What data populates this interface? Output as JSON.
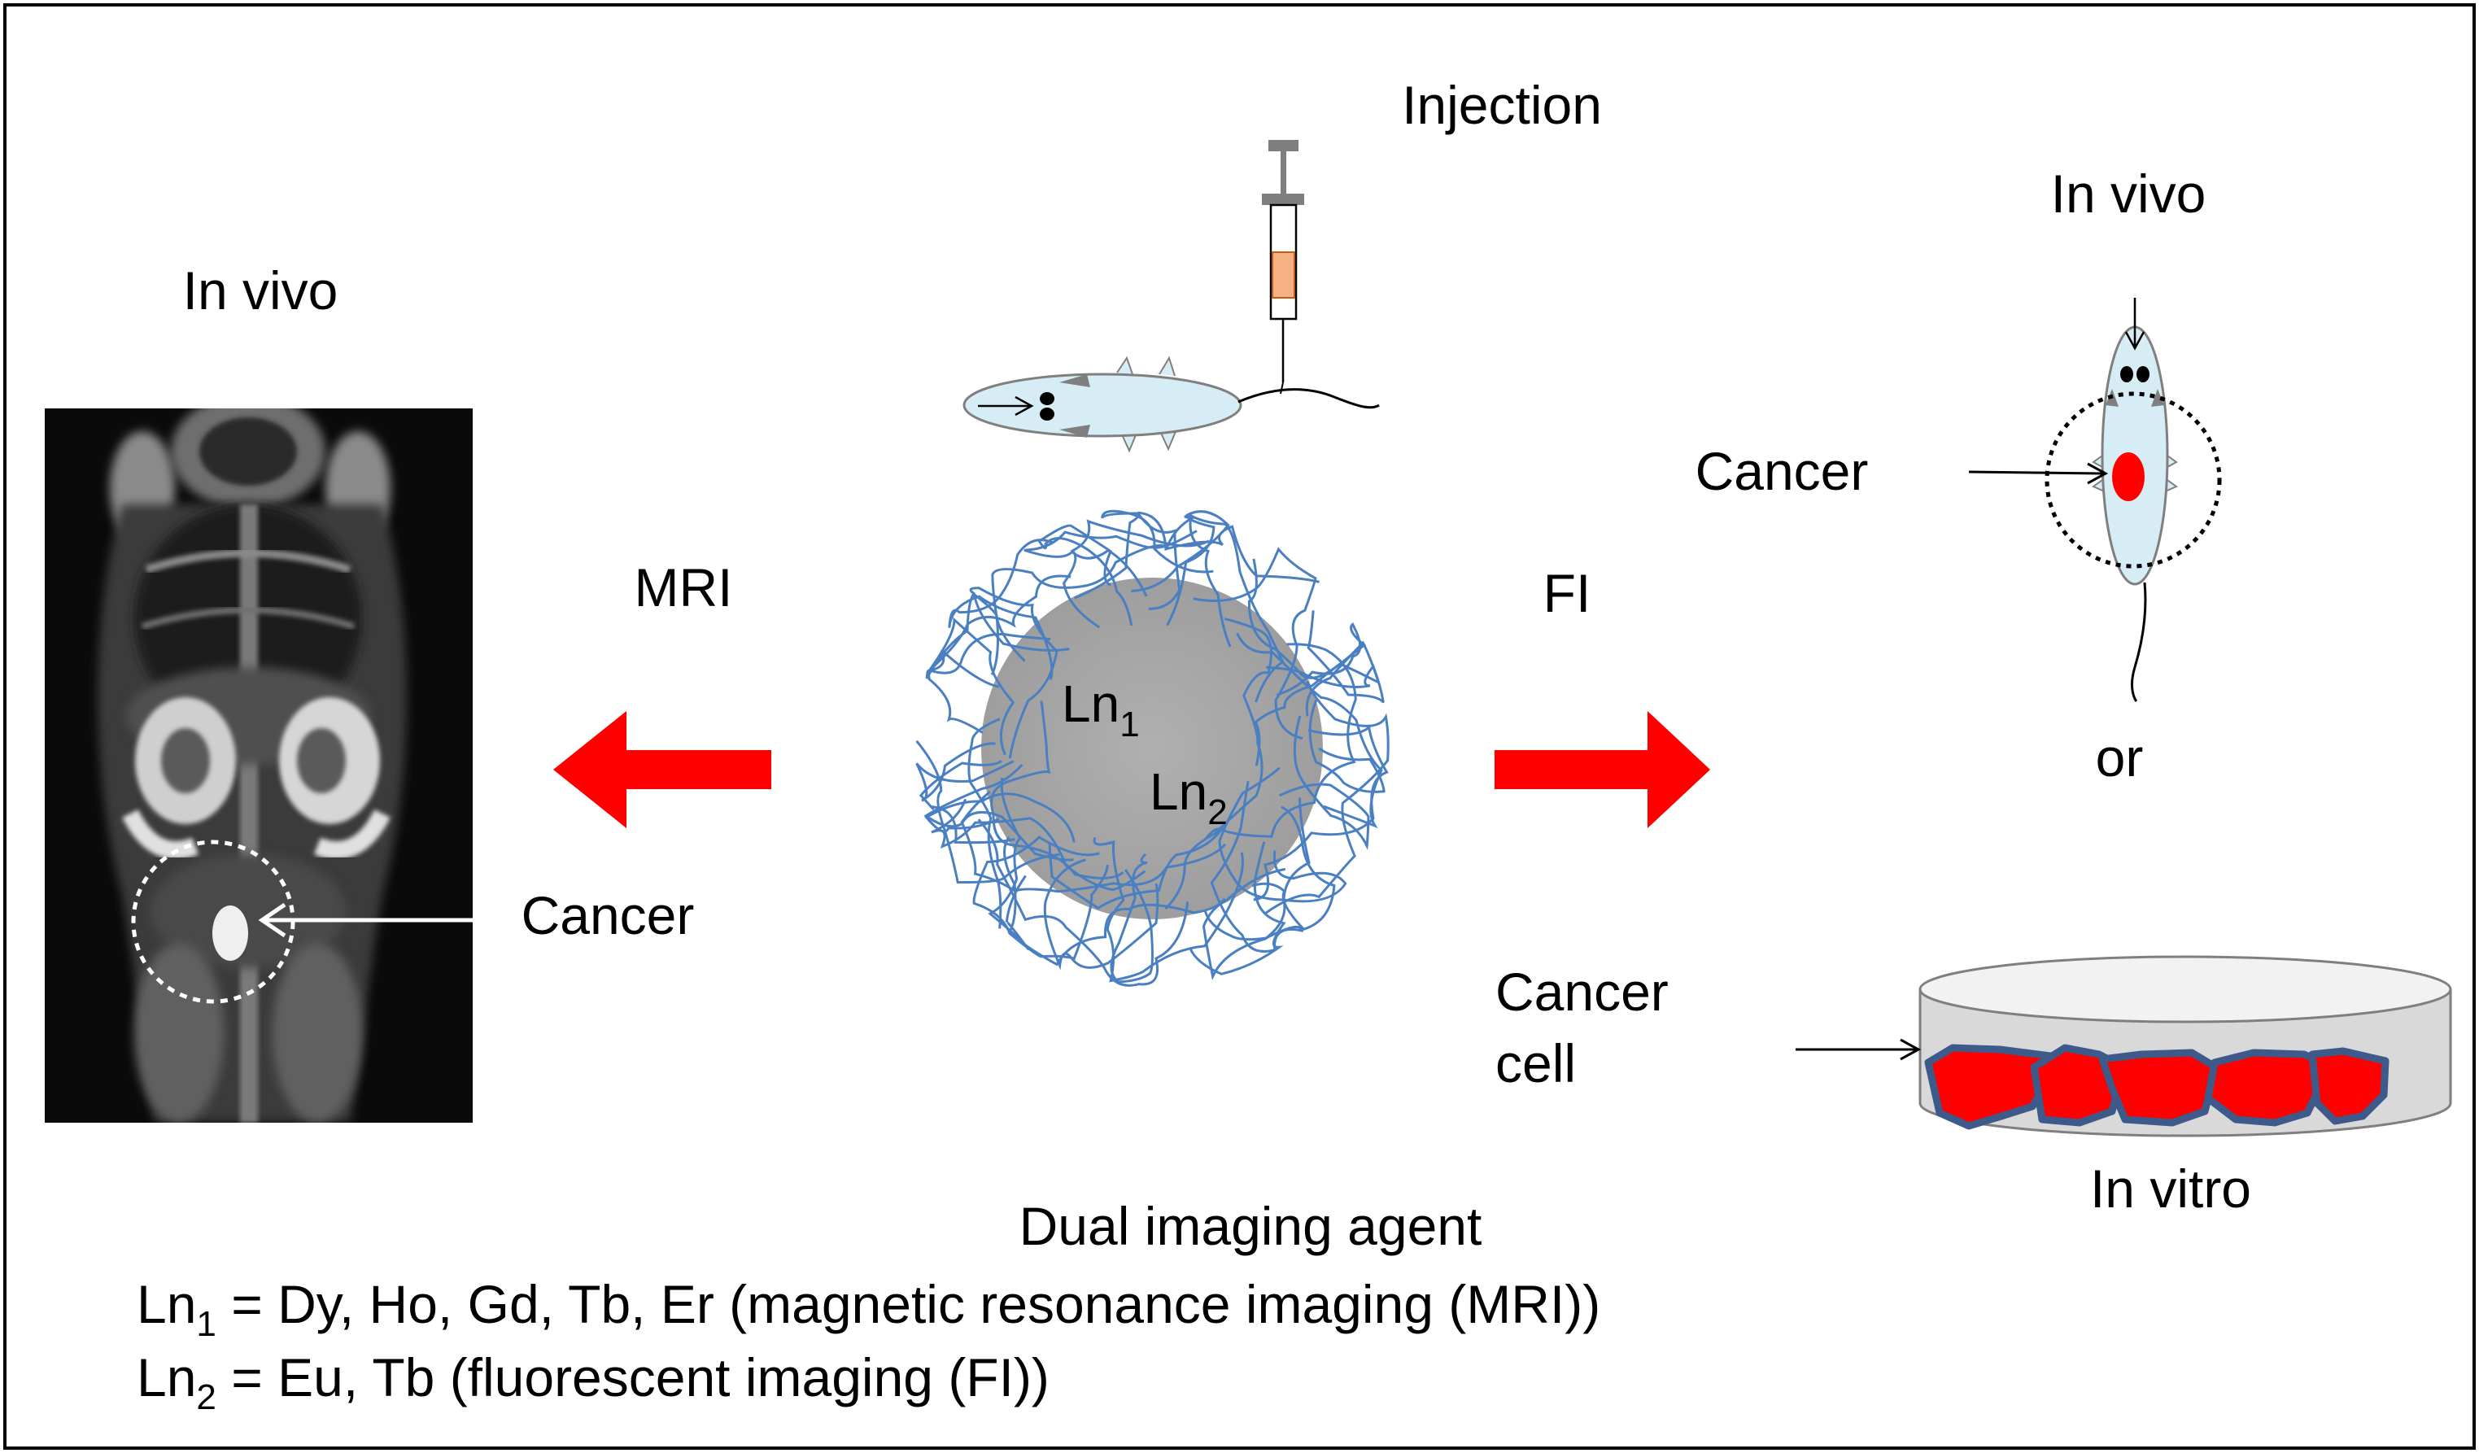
{
  "labels": {
    "injection": "Injection",
    "in_vivo_left": "In vivo",
    "in_vivo_right": "In vivo",
    "mri": "MRI",
    "fi": "FI",
    "cancer_left": "Cancer",
    "cancer_right": "Cancer",
    "or": "or",
    "cancer_cell_line1": "Cancer",
    "cancer_cell_line2": "cell",
    "in_vitro": "In vitro",
    "ln1_base": "Ln",
    "ln1_sub": "1",
    "ln2_base": "Ln",
    "ln2_sub": "2"
  },
  "caption": {
    "title": "Dual imaging agent",
    "line1_base": "Ln",
    "line1_sub": "1",
    "line1_text": " = Dy, Ho, Gd, Tb, Er (magnetic resonance imaging (MRI))",
    "line2_base": "Ln",
    "line2_sub": "2",
    "line2_text": " = Eu, Tb (fluorescent imaging (FI))"
  },
  "colors": {
    "arrow_red": "#ff0000",
    "polymer_blue": "#4a7fc1",
    "core_gray": "#a6a6a6",
    "mouse_body": "#d7edf5",
    "syringe_liquid": "#f4b183",
    "tumor_red": "#ff0000",
    "cell_edge": "#3d5a8a",
    "dish_gray": "#d9d9d9"
  }
}
